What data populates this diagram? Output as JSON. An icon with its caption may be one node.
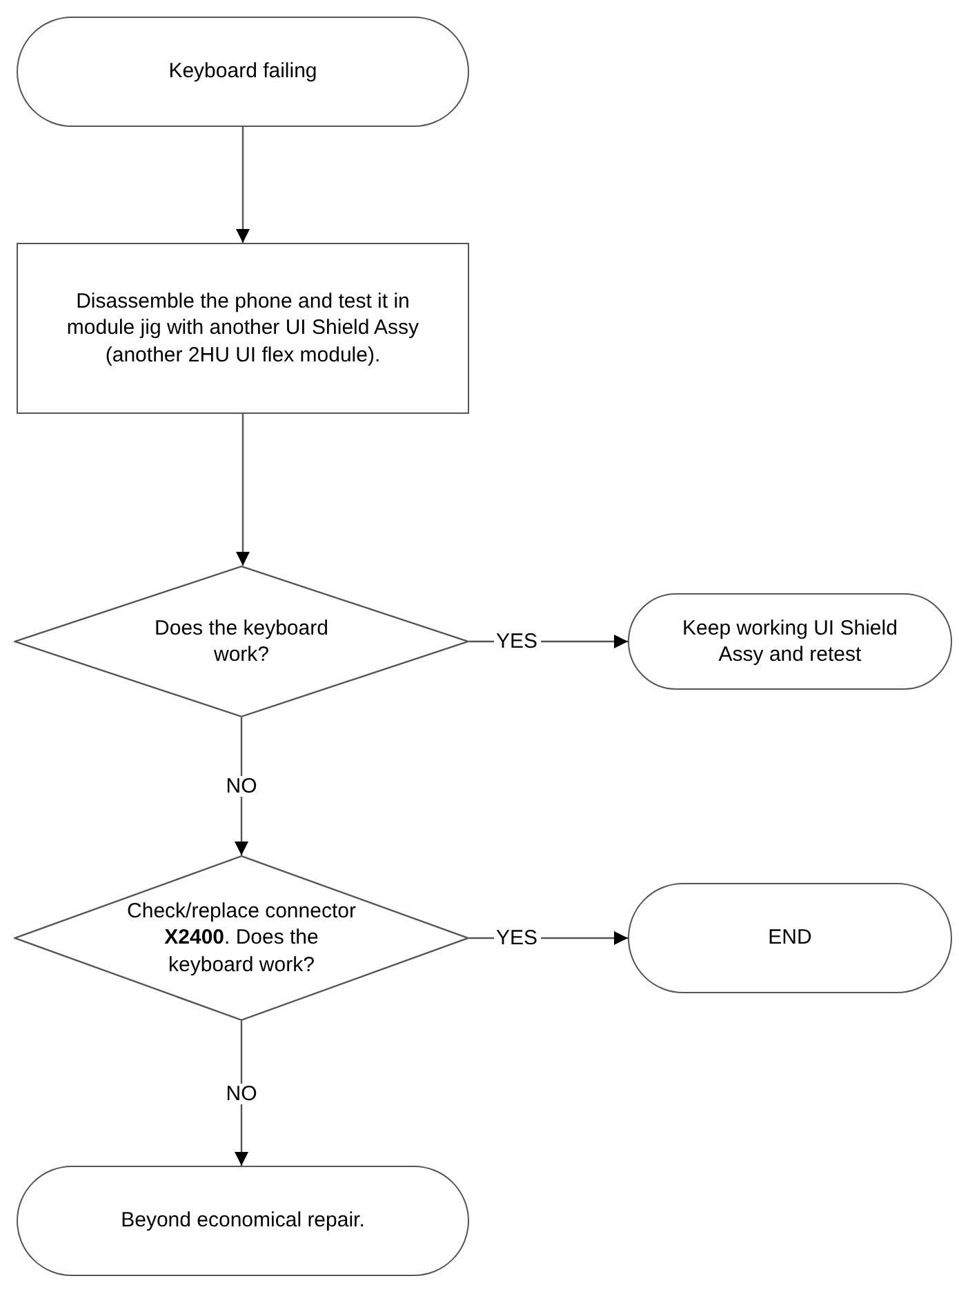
{
  "diagram": {
    "nodes": [
      {
        "text": [
          "Keyboard failing"
        ]
      },
      {
        "text": [
          "Disassemble the phone and test it in module jig with another UI Shield Assy (another 2HU UI flex module)."
        ]
      },
      {
        "text": [
          "Does the keyboard work?"
        ]
      },
      {
        "text": [
          "Keep working UI Shield Assy and retest"
        ]
      },
      {
        "text": [
          "Check/replace connector **X2400**. Does the keyboard work?"
        ]
      },
      {
        "text": [
          "END"
        ]
      },
      {
        "text": [
          "Beyond economical repair."
        ]
      }
    ],
    "edges": [
      {
        "from": 0,
        "to": 1,
        "arrow": "to"
      },
      {
        "from": 1,
        "to": 2,
        "arrow": "to"
      },
      {
        "from": 2,
        "to": 3,
        "arrow": "to",
        "label": "YES"
      },
      {
        "from": 2,
        "to": 4,
        "arrow": "to",
        "label": "NO"
      },
      {
        "from": 4,
        "to": 5,
        "arrow": "to",
        "label": "YES"
      },
      {
        "from": 4,
        "to": 6,
        "arrow": "to",
        "label": "NO"
      }
    ]
  }
}
